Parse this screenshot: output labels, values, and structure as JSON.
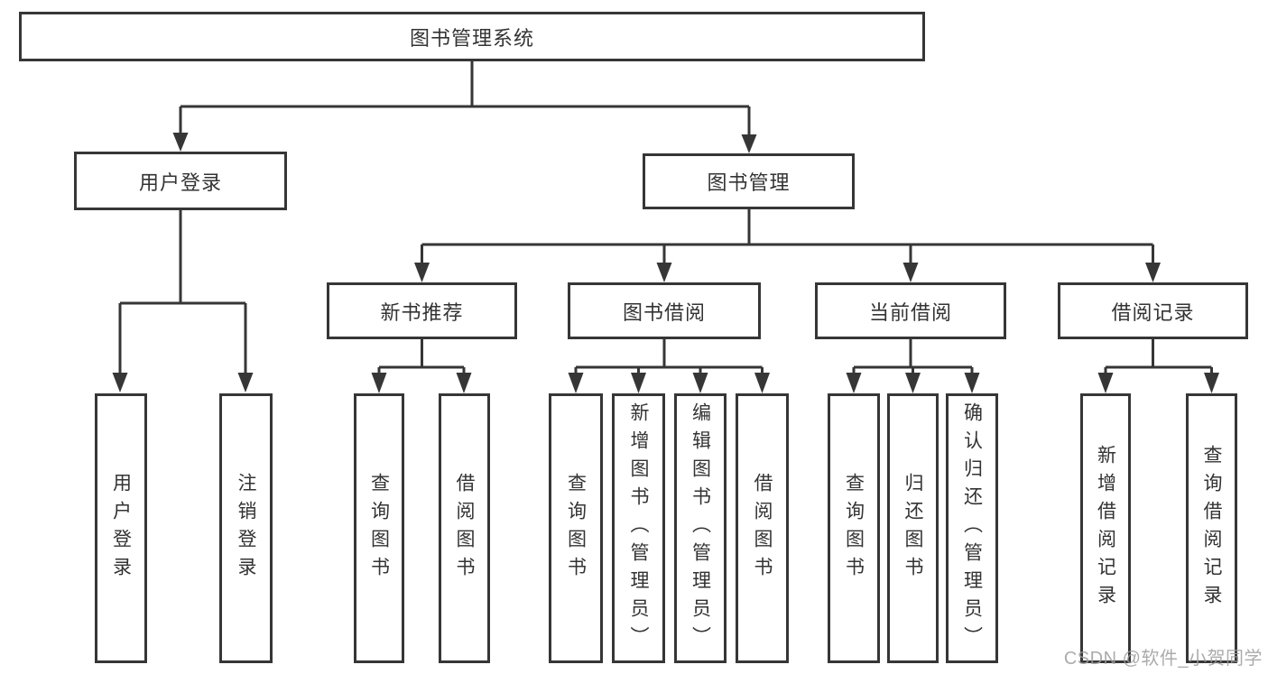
{
  "diagram": {
    "root": {
      "label": "图书管理系统"
    },
    "branches": [
      {
        "label": "用户登录",
        "children": [
          {
            "label": "用户登录"
          },
          {
            "label": "注销登录"
          }
        ]
      },
      {
        "label": "图书管理",
        "children": [
          {
            "label": "新书推荐",
            "children": [
              {
                "label": "查询图书"
              },
              {
                "label": "借阅图书"
              }
            ]
          },
          {
            "label": "图书借阅",
            "children": [
              {
                "label": "查询图书"
              },
              {
                "label": "新增图书（管理员）"
              },
              {
                "label": "编辑图书（管理员）"
              },
              {
                "label": "借阅图书"
              }
            ]
          },
          {
            "label": "当前借阅",
            "children": [
              {
                "label": "查询图书"
              },
              {
                "label": "归还图书"
              },
              {
                "label": "确认归还（管理员）"
              }
            ]
          },
          {
            "label": "借阅记录",
            "children": [
              {
                "label": "新增借阅记录"
              },
              {
                "label": "查询借阅记录"
              }
            ]
          }
        ]
      }
    ]
  },
  "watermark": {
    "text": "CSDN @软件_小贺同学"
  },
  "colors": {
    "line": "#363636",
    "box_border": "#363636",
    "text": "#333333",
    "watermark": "#9d9d9d",
    "background": "#ffffff"
  }
}
